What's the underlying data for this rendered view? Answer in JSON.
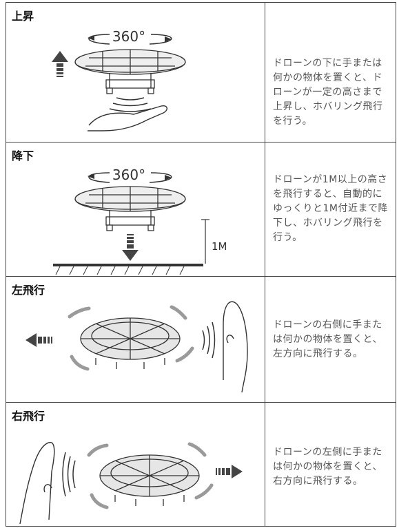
{
  "rows": [
    {
      "title": "上昇",
      "rotation_label": "360°",
      "description": "ドローンの下に手または何かの物体を置くと、ドローンが一定の高さまで上昇し、ホバリング飛行を行う。"
    },
    {
      "title": "降下",
      "rotation_label": "360°",
      "height_label": "1M",
      "description": "ドローンが1M以上の高さを飛行すると、自動的にゆっくりと1M付近まで降下し、ホバリング飛行を行う。"
    },
    {
      "title": "左飛行",
      "description": "ドローンの右側に手または何かの物体を置くと、左方向に飛行する。"
    },
    {
      "title": "右飛行",
      "description": "ドローンの左側に手または何かの物体を置くと、右方向に飛行する。"
    }
  ],
  "colors": {
    "ink": "#333333",
    "arrow": "#444444",
    "curved_arrow": "#9a9a9a",
    "text": "#555555"
  }
}
